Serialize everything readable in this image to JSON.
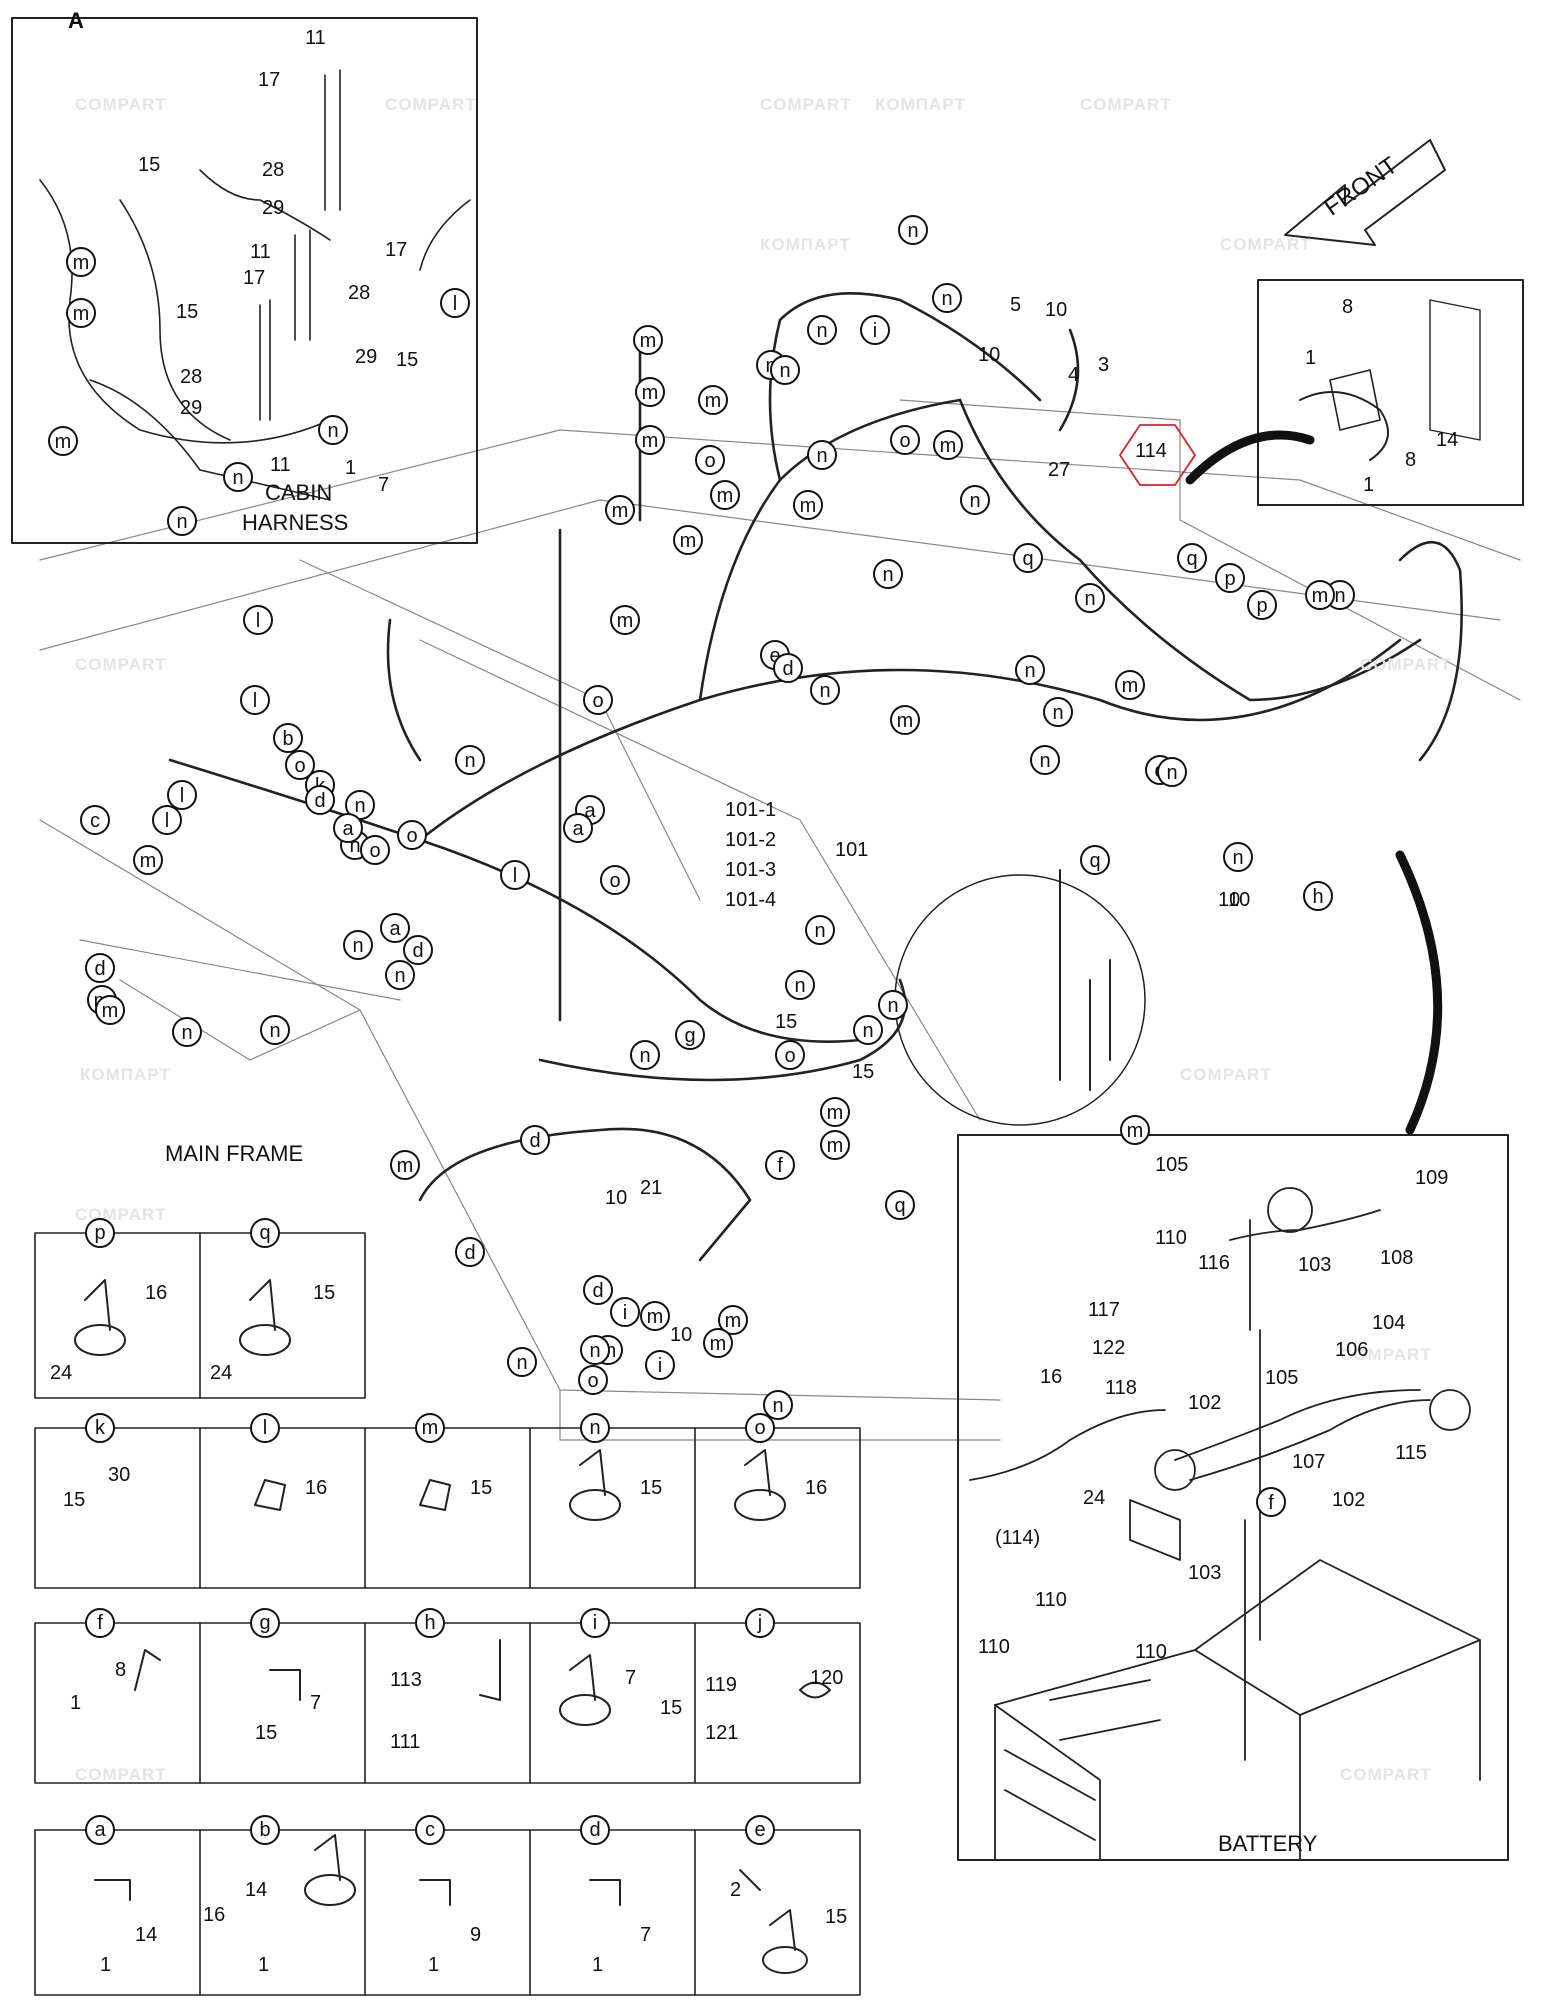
{
  "watermarks": [
    "COMPART",
    "КОМПАРТ"
  ],
  "inset_a": {
    "letter": "A",
    "caption": [
      "CABIN",
      "HARNESS"
    ],
    "numbers": [
      "11",
      "17",
      "15",
      "28",
      "29",
      "11",
      "17",
      "28",
      "17",
      "15",
      "29",
      "15",
      "28",
      "29",
      "11",
      "1",
      "7"
    ],
    "circles": [
      "m",
      "m",
      "m",
      "l",
      "n",
      "n",
      "n"
    ]
  },
  "front_label": "FRONT",
  "inset_114": {
    "numbers": [
      "8",
      "1",
      "14",
      "8",
      "1"
    ]
  },
  "main": {
    "frame_label": "MAIN FRAME",
    "highlight": "114",
    "numbers": [
      "5",
      "10",
      "10",
      "4",
      "3",
      "27",
      "101-1",
      "101-2",
      "101-3",
      "101-4",
      "101",
      "15",
      "15",
      "10",
      "21",
      "10",
      "10",
      "10"
    ],
    "circles": [
      "n",
      "n",
      "n",
      "i",
      "n",
      "m",
      "m",
      "m",
      "m",
      "n",
      "o",
      "m",
      "m",
      "o",
      "m",
      "n",
      "m",
      "m",
      "q",
      "n",
      "n",
      "q",
      "p",
      "p",
      "n",
      "q",
      "m",
      "m",
      "e",
      "d",
      "n",
      "m",
      "n",
      "n",
      "n",
      "q",
      "n",
      "h",
      "m",
      "o",
      "a",
      "a",
      "l",
      "l",
      "b",
      "o",
      "k",
      "n",
      "n",
      "m",
      "m",
      "l",
      "o",
      "l",
      "d",
      "n",
      "a",
      "c",
      "d",
      "m",
      "m",
      "n",
      "n",
      "n",
      "n",
      "d",
      "l",
      "o",
      "a",
      "o",
      "n",
      "n",
      "n",
      "n",
      "g",
      "o",
      "n",
      "m",
      "m",
      "f",
      "m",
      "d",
      "d",
      "d",
      "m",
      "m",
      "n",
      "i",
      "m",
      "n",
      "m",
      "o",
      "i",
      "n",
      "q",
      "n",
      "n"
    ]
  },
  "battery": {
    "label": "BATTERY",
    "numbers": [
      "105",
      "109",
      "110",
      "116",
      "103",
      "108",
      "117",
      "122",
      "104",
      "106",
      "105",
      "118",
      "16",
      "102",
      "115",
      "107",
      "24",
      "102",
      "(114)",
      "103",
      "110",
      "110",
      "110"
    ],
    "circle": "f"
  },
  "part_panels": [
    {
      "key": "p",
      "labels": [
        "16",
        "24"
      ]
    },
    {
      "key": "q",
      "labels": [
        "15",
        "24"
      ]
    },
    {
      "key": "k",
      "labels": [
        "30",
        "15"
      ]
    },
    {
      "key": "l",
      "labels": [
        "16"
      ]
    },
    {
      "key": "m",
      "labels": [
        "15"
      ]
    },
    {
      "key": "n",
      "labels": [
        "15"
      ]
    },
    {
      "key": "o",
      "labels": [
        "16"
      ]
    },
    {
      "key": "f",
      "labels": [
        "8",
        "1"
      ]
    },
    {
      "key": "g",
      "labels": [
        "15",
        "7"
      ]
    },
    {
      "key": "h",
      "labels": [
        "113",
        "111"
      ]
    },
    {
      "key": "i",
      "labels": [
        "7",
        "15"
      ]
    },
    {
      "key": "j",
      "labels": [
        "119",
        "120",
        "121"
      ]
    },
    {
      "key": "a",
      "labels": [
        "14",
        "1"
      ]
    },
    {
      "key": "b",
      "labels": [
        "14",
        "16",
        "1"
      ]
    },
    {
      "key": "c",
      "labels": [
        "1",
        "9"
      ]
    },
    {
      "key": "d",
      "labels": [
        "1",
        "7"
      ]
    },
    {
      "key": "e",
      "labels": [
        "2",
        "15"
      ]
    }
  ]
}
